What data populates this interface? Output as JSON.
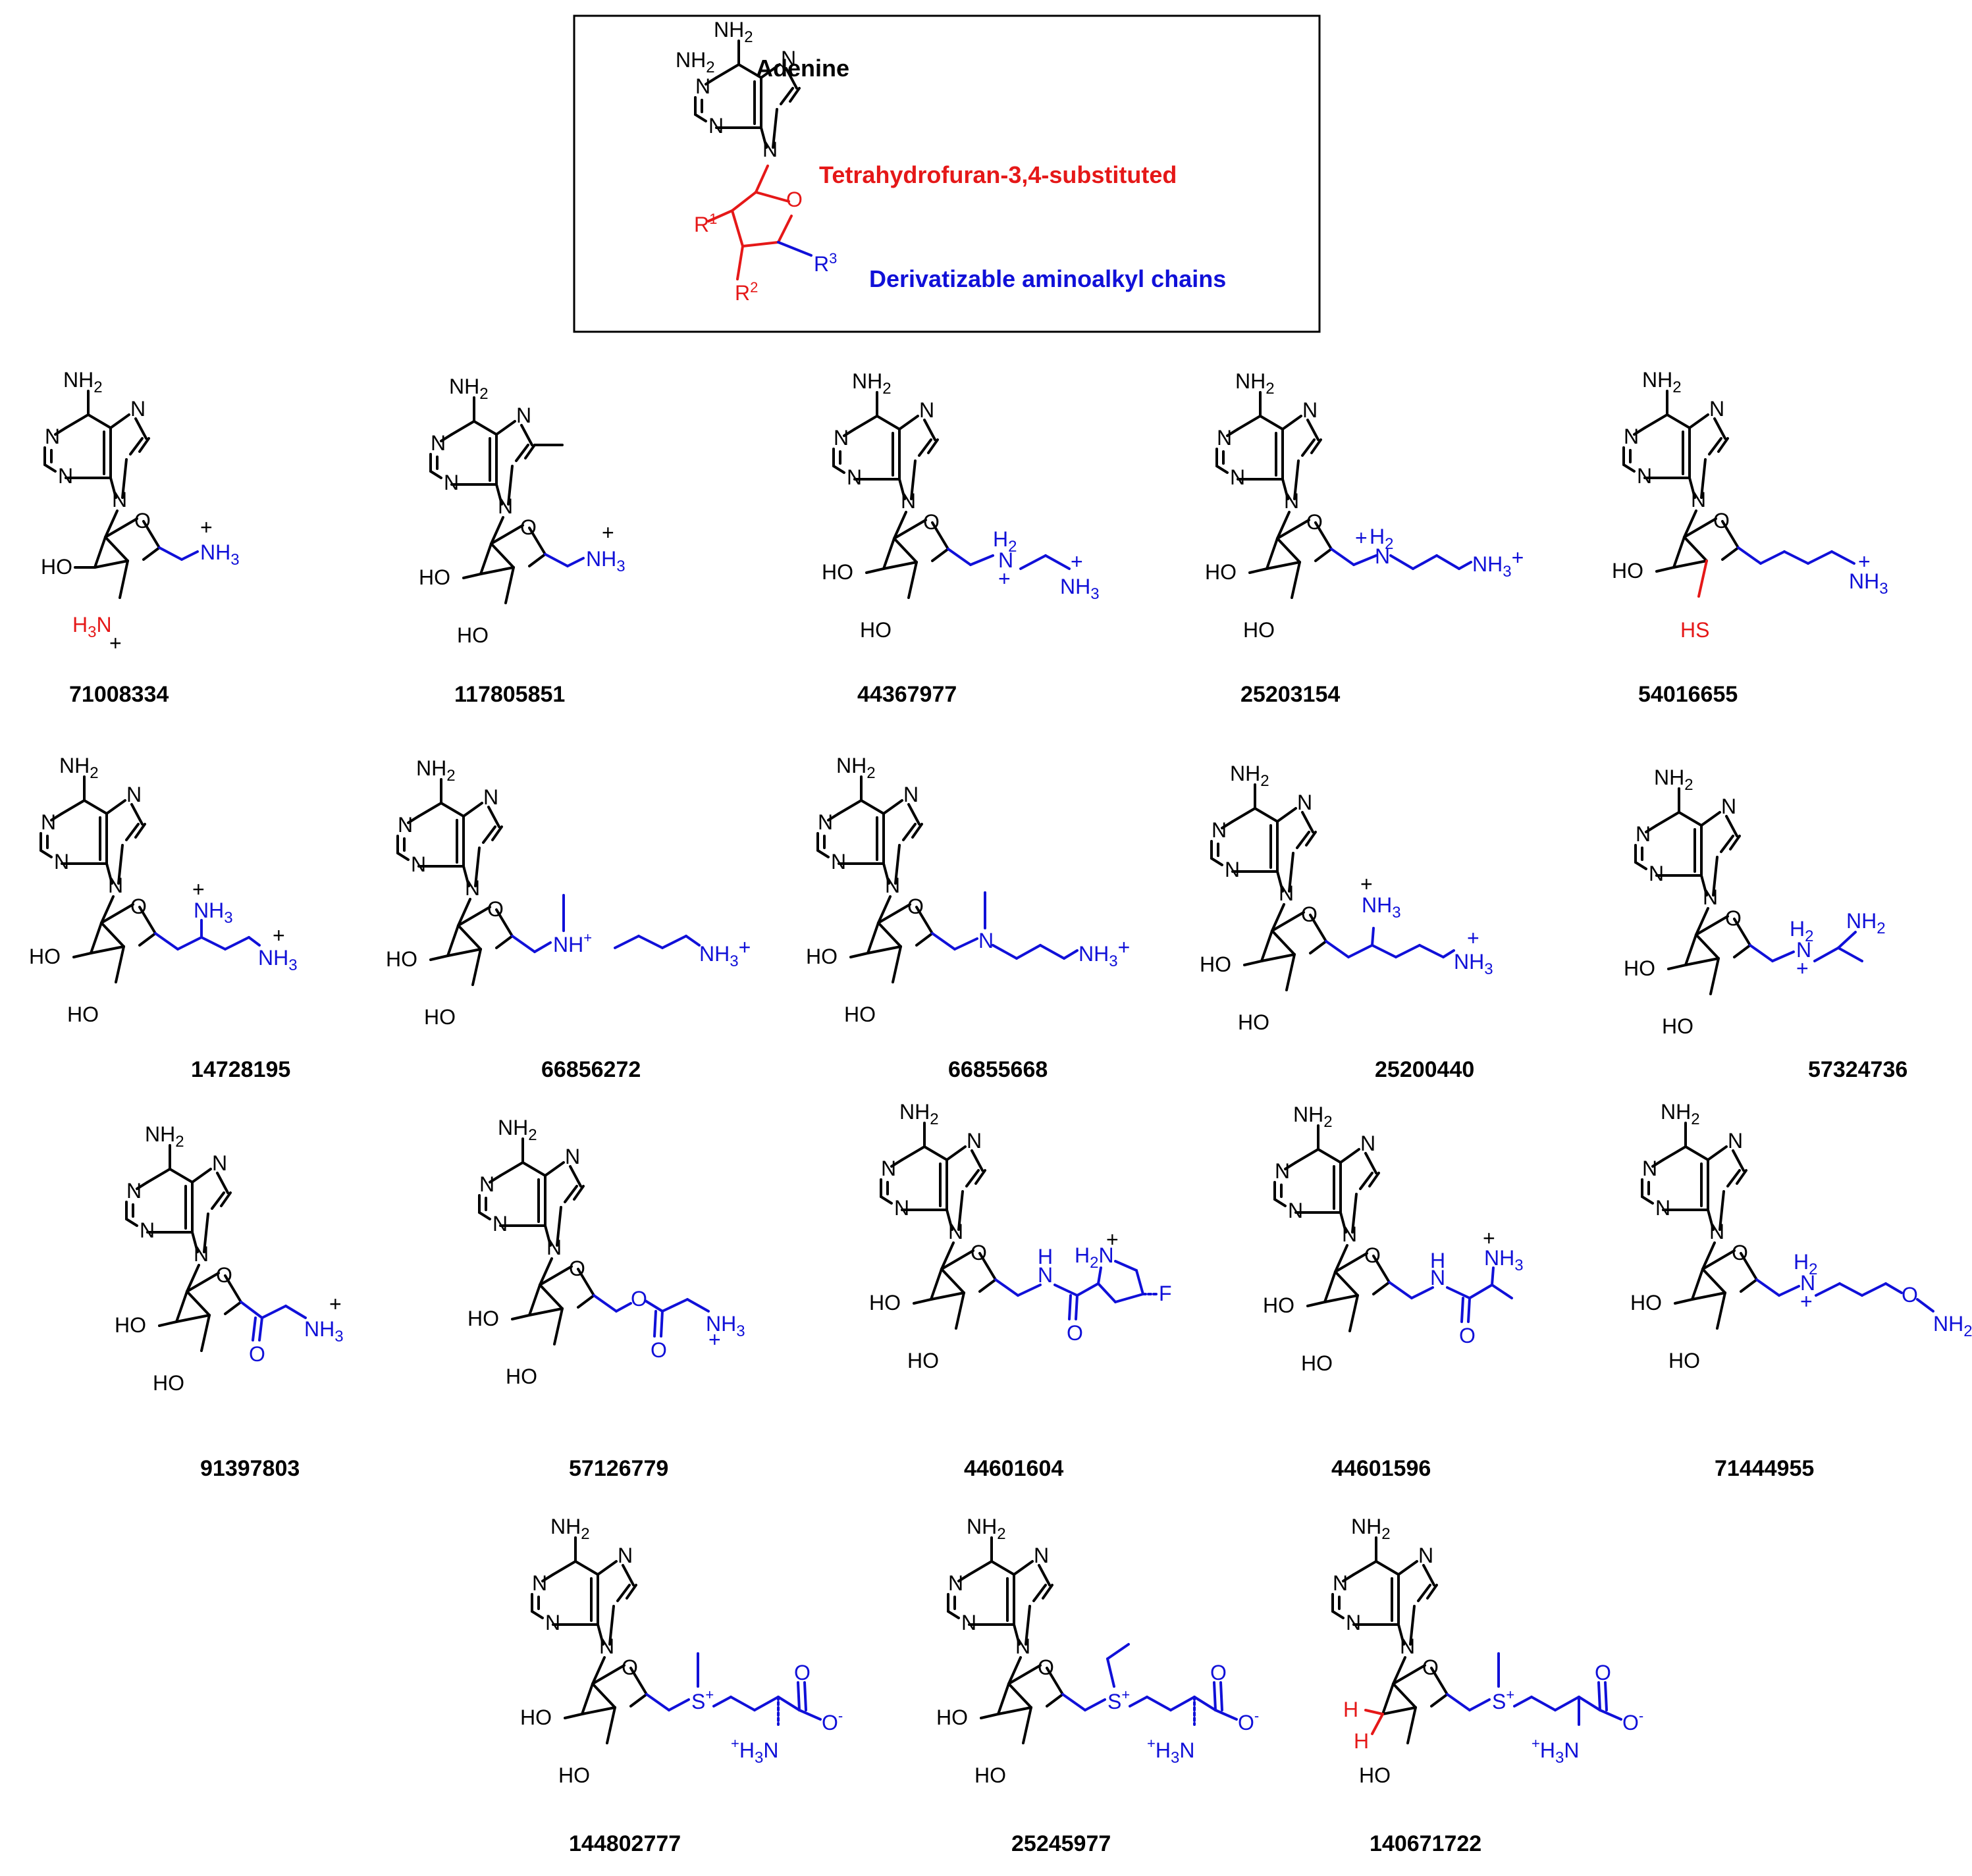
{
  "legend": {
    "amine": "NH2",
    "adenine_label": "Adenine",
    "ring_label": "Tetrahydrofuran-3,4-substituted",
    "chain_label": "Derivatizable aminoalkyl chains",
    "r1": "R1",
    "r2": "R2",
    "r3": "R3",
    "colors": {
      "ring": "#e51818",
      "chain": "#1010d8",
      "core": "#000000"
    }
  },
  "compounds": [
    {
      "id": "71008334",
      "chain": "+NH3",
      "r_group": "H3N+",
      "r_color": "red"
    },
    {
      "id": "117805851",
      "chain": "+NH3"
    },
    {
      "id": "44367977",
      "chain": "H2N+ … +NH3"
    },
    {
      "id": "25203154",
      "chain": "+H2N … NH3+"
    },
    {
      "id": "54016655",
      "chain": "+NH3",
      "r_group": "HS",
      "r_color": "red"
    },
    {
      "id": "14728195",
      "chain": "+NH3 … +NH3"
    },
    {
      "id": "66856272",
      "chain": "NH+ … NH3+"
    },
    {
      "id": "66855668",
      "chain": "N … NH3+"
    },
    {
      "id": "25200440",
      "chain": "+NH3 … +NH3"
    },
    {
      "id": "57324736",
      "chain": "H2N+ … NH2"
    },
    {
      "id": "91397803",
      "chain": "O … +NH3"
    },
    {
      "id": "57126779",
      "chain": "O … O … NH3+"
    },
    {
      "id": "44601604",
      "chain": "NH … O … H2N+ … F"
    },
    {
      "id": "44601596",
      "chain": "NH … O … +NH3"
    },
    {
      "id": "71444955",
      "chain": "H2N+ … O … NH2"
    },
    {
      "id": "144802777",
      "chain": "S+ … O … O- … +H3N"
    },
    {
      "id": "25245977",
      "chain": "S+ … O … O- … +H3N"
    },
    {
      "id": "140671722",
      "chain": "S+ … O … O- … +H3N",
      "r_group": "H H",
      "r_color": "red"
    }
  ]
}
